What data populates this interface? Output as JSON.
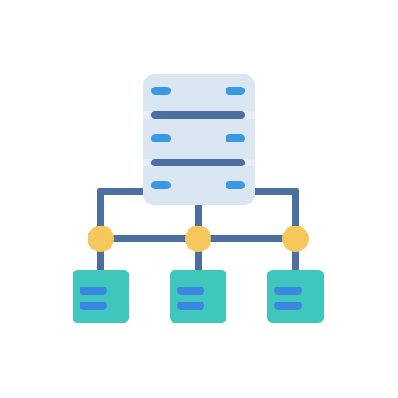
{
  "icon": {
    "name": "server-network-icon",
    "colors": {
      "background": "#ffffff",
      "server_body": "#dbe6f3",
      "server_divider": "#e6eef8",
      "server_bar": "#4a6fa0",
      "server_led": "#3a98e5",
      "connector_line": "#4b6f9f",
      "junction_node": "#f6c85b",
      "child_node": "#3fc7bd",
      "child_bar": "#3a86e0"
    },
    "parts": {
      "server_units": 3,
      "child_nodes": 3,
      "junctions": 3
    }
  }
}
